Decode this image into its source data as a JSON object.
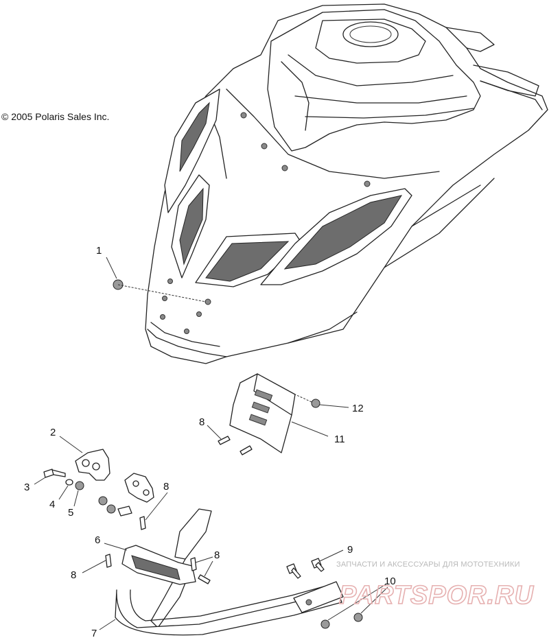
{
  "copyright": "© 2005 Polaris Sales Inc.",
  "watermark": {
    "tagline": "ЗАПЧАСТИ И АКСЕССУАРЫ ДЛЯ МОТОТЕХНИКИ",
    "logo": "PARTSPOR.RU",
    "color": "#e6b0b0"
  },
  "callouts": {
    "c1": "1",
    "c2": "2",
    "c3": "3",
    "c4": "4",
    "c5": "5",
    "c6": "6",
    "c7": "7",
    "c8a": "8",
    "c8b": "8",
    "c8c": "8",
    "c8d": "8",
    "c9": "9",
    "c10": "10",
    "c11": "11",
    "c12": "12"
  }
}
